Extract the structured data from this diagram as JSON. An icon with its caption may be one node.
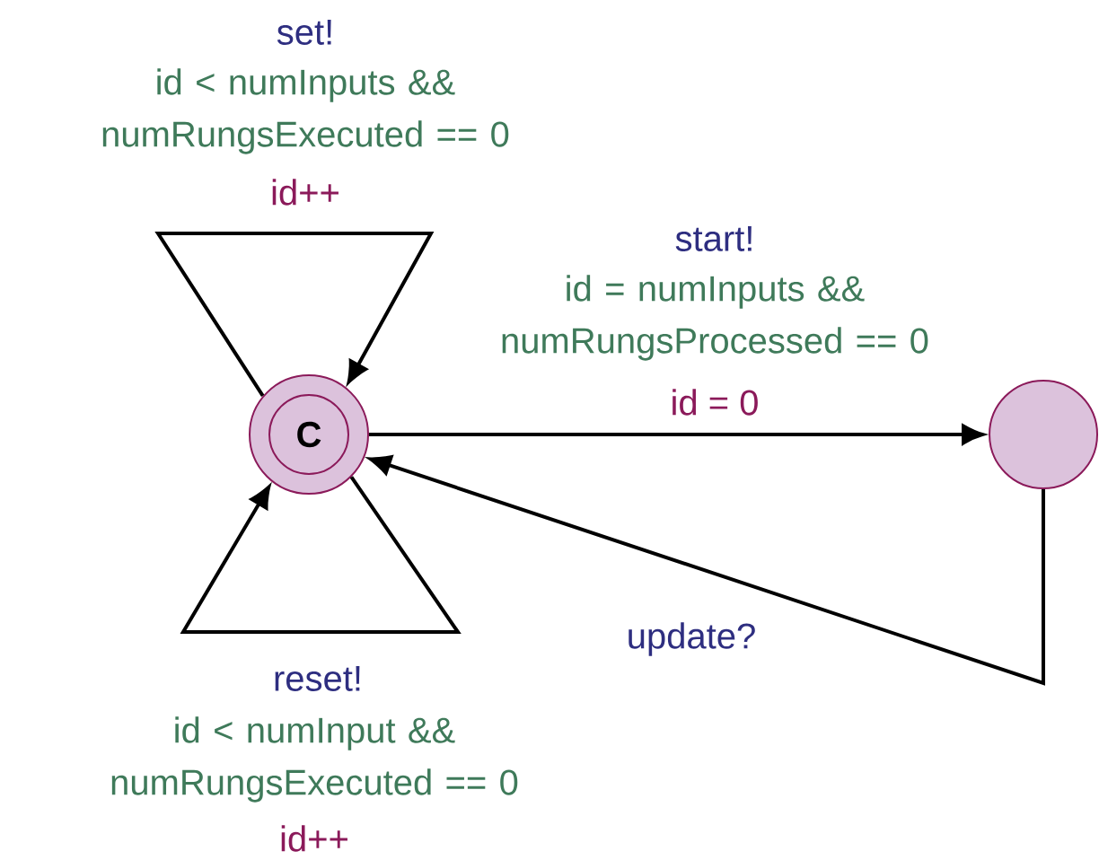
{
  "diagram": {
    "nodes": [
      {
        "text": [
          "C"
        ]
      },
      {
        "text": [],
        "shape": "circle"
      }
    ],
    "edges": [
      {
        "from": 0,
        "to": 0,
        "arrow": "to",
        "label": "id++"
      },
      {
        "from": 0,
        "to": 1,
        "arrow": "to",
        "label": "id = 0"
      },
      {
        "from": 1,
        "to": 0,
        "arrow": "to",
        "label": "update?"
      },
      {
        "from": 0,
        "to": 0,
        "arrow": "to",
        "label": "reset!"
      }
    ],
    "labels": [
      "set!",
      "id < numInputs && numRungsExecuted == 0",
      "start!",
      "id = numInputs && numRungsProcessed == 0",
      "id < numInput && numRungsExecuted == 0",
      "id++"
    ]
  }
}
